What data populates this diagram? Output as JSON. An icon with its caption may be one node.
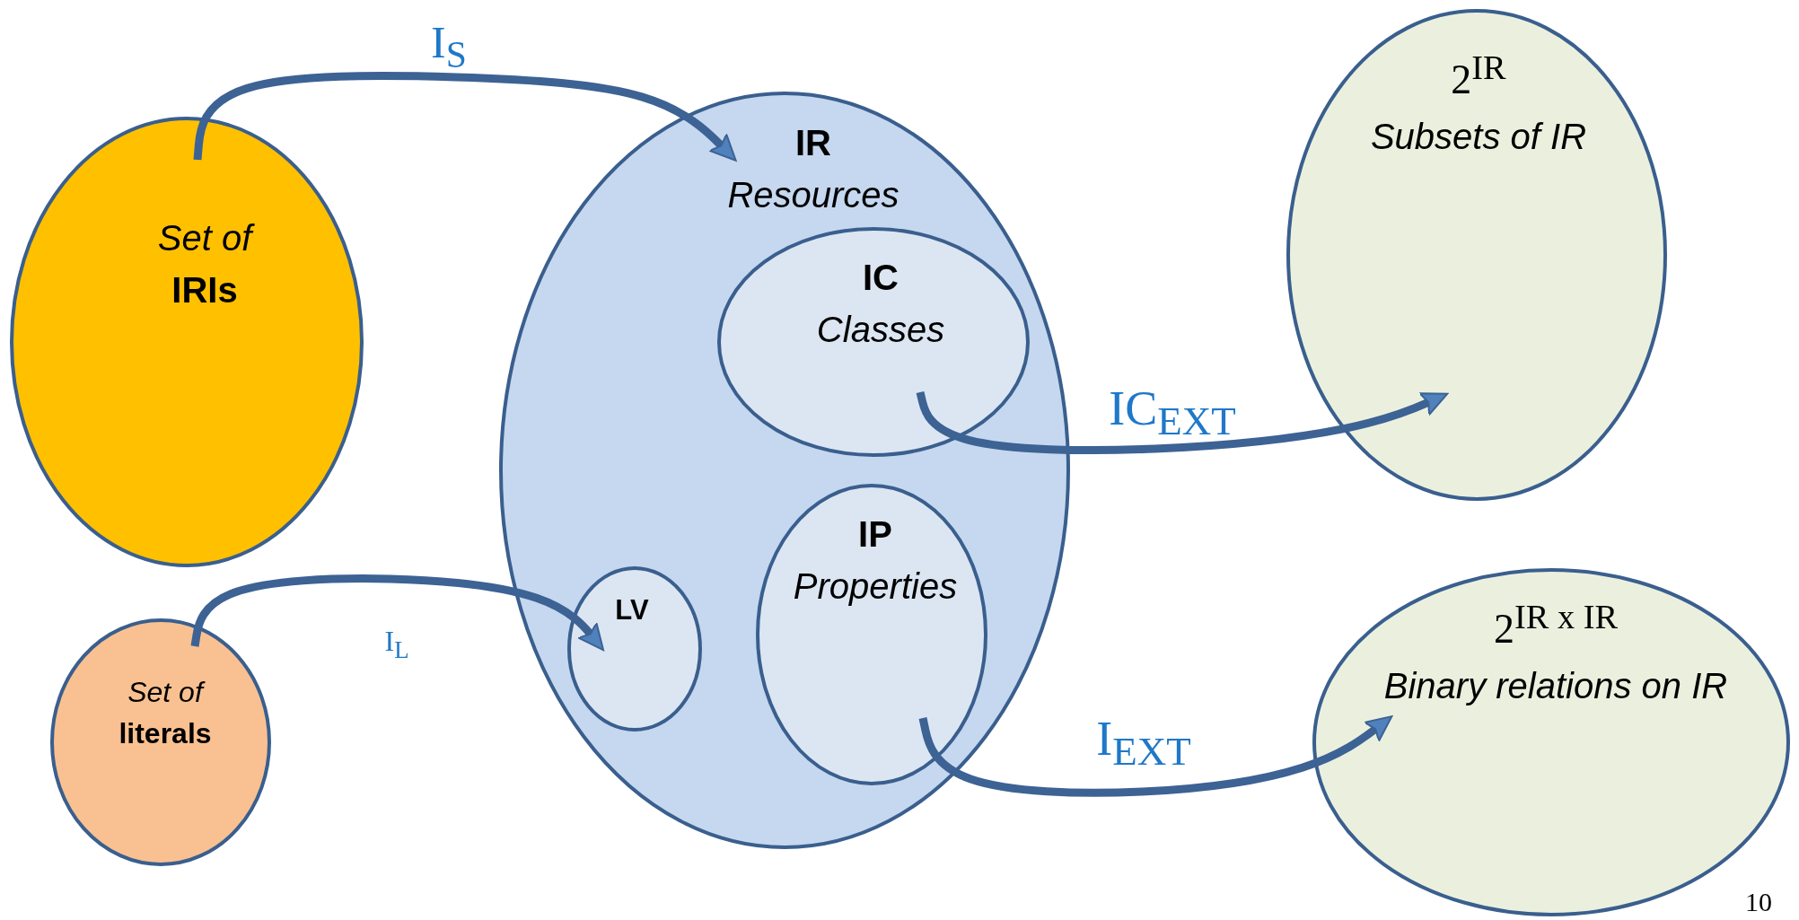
{
  "diagram": {
    "nodes": [
      {
        "text": [
          "Set of",
          "IRIs"
        ]
      },
      {
        "text": [
          "IR",
          "Resources"
        ]
      },
      {
        "text": [
          "IC",
          "Classes"
        ],
        "in": 1
      },
      {
        "text": [
          "LV"
        ],
        "in": 1
      },
      {
        "text": [
          "IP",
          "Properties"
        ],
        "in": 1
      },
      {
        "text": [
          "2$^{IR}$",
          "Subsets of IR"
        ]
      },
      {
        "text": [
          "Set of",
          "literals"
        ]
      },
      {
        "text": [
          "2$^{IR x IR}$",
          "Binary relations on IR"
        ]
      }
    ],
    "edges": [
      {
        "from": 0,
        "to": 1,
        "arrow": "to",
        "label": "I$_{S}$"
      },
      {
        "from": 2,
        "to": 5,
        "arrow": "to",
        "label": "IC$_{EXT}$"
      },
      {
        "from": 6,
        "to": 3,
        "arrow": "to",
        "label": "I$_{L}$"
      },
      {
        "from": 4,
        "to": 7,
        "arrow": "to",
        "label": "I$_{EXT}$"
      }
    ],
    "labels": [
      "10"
    ]
  }
}
